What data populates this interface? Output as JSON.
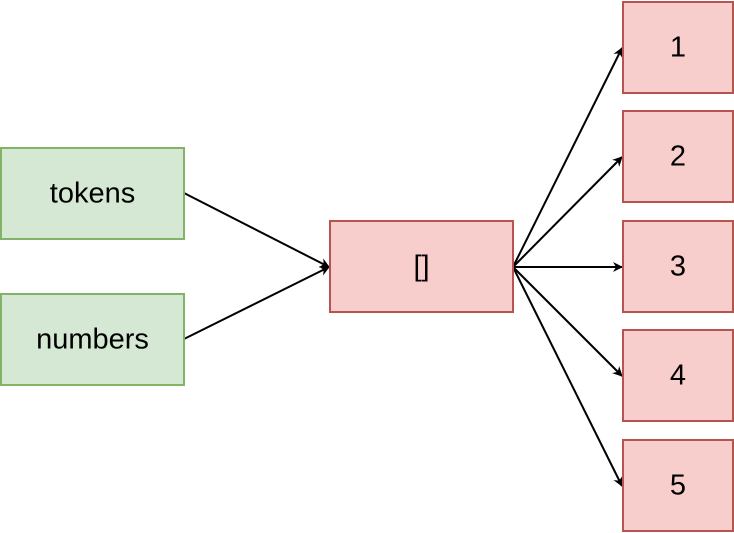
{
  "diagram": {
    "inputs": [
      {
        "label": "tokens"
      },
      {
        "label": "numbers"
      }
    ],
    "center": {
      "label": "[]"
    },
    "outputs": [
      {
        "label": "1"
      },
      {
        "label": "2"
      },
      {
        "label": "3"
      },
      {
        "label": "4"
      },
      {
        "label": "5"
      }
    ]
  },
  "colors": {
    "input_fill": "#d5e8d4",
    "input_stroke": "#82b366",
    "box_fill": "#f8cecc",
    "box_stroke": "#b85450",
    "edge": "#000000"
  }
}
